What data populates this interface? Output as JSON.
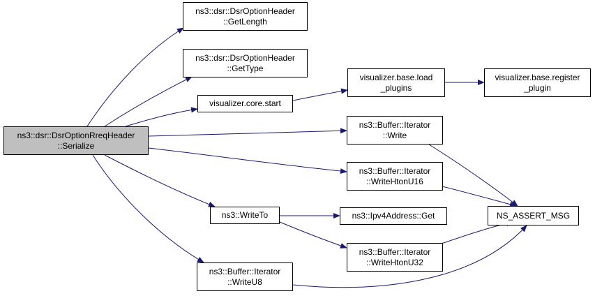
{
  "colors": {
    "edge": "#191970",
    "root_fill": "#bfbfbf",
    "node_fill": "#ffffff",
    "node_border": "#000000"
  },
  "nodes": [
    {
      "id": "root",
      "lines": [
        "ns3::dsr::DsrOptionRreqHeader",
        "::Serialize"
      ]
    },
    {
      "id": "getlength",
      "lines": [
        "ns3::dsr::DsrOptionHeader",
        "::GetLength"
      ]
    },
    {
      "id": "gettype",
      "lines": [
        "ns3::dsr::DsrOptionHeader",
        "::GetType"
      ]
    },
    {
      "id": "corestart",
      "lines": [
        "visualizer.core.start"
      ]
    },
    {
      "id": "loadplugins",
      "lines": [
        "visualizer.base.load",
        "_plugins"
      ]
    },
    {
      "id": "registerplugin",
      "lines": [
        "visualizer.base.register",
        "_plugin"
      ]
    },
    {
      "id": "write",
      "lines": [
        "ns3::Buffer::Iterator",
        "::Write"
      ]
    },
    {
      "id": "writehtonu16",
      "lines": [
        "ns3::Buffer::Iterator",
        "::WriteHtonU16"
      ]
    },
    {
      "id": "writeto",
      "lines": [
        "ns3::WriteTo"
      ]
    },
    {
      "id": "ipv4get",
      "lines": [
        "ns3::Ipv4Address::Get"
      ]
    },
    {
      "id": "assertmsg",
      "lines": [
        "NS_ASSERT_MSG"
      ]
    },
    {
      "id": "writehtonu32",
      "lines": [
        "ns3::Buffer::Iterator",
        "::WriteHtonU32"
      ]
    },
    {
      "id": "writeu8",
      "lines": [
        "ns3::Buffer::Iterator",
        "::WriteU8"
      ]
    }
  ],
  "edges": [
    {
      "from": "root",
      "to": "getlength"
    },
    {
      "from": "root",
      "to": "gettype"
    },
    {
      "from": "root",
      "to": "corestart"
    },
    {
      "from": "root",
      "to": "write"
    },
    {
      "from": "root",
      "to": "writehtonu16"
    },
    {
      "from": "root",
      "to": "writeto"
    },
    {
      "from": "root",
      "to": "writeu8"
    },
    {
      "from": "corestart",
      "to": "loadplugins"
    },
    {
      "from": "loadplugins",
      "to": "registerplugin"
    },
    {
      "from": "write",
      "to": "assertmsg"
    },
    {
      "from": "writehtonu16",
      "to": "assertmsg"
    },
    {
      "from": "writeto",
      "to": "ipv4get"
    },
    {
      "from": "writeto",
      "to": "writehtonu32"
    },
    {
      "from": "writehtonu32",
      "to": "assertmsg"
    },
    {
      "from": "writeu8",
      "to": "assertmsg"
    }
  ]
}
